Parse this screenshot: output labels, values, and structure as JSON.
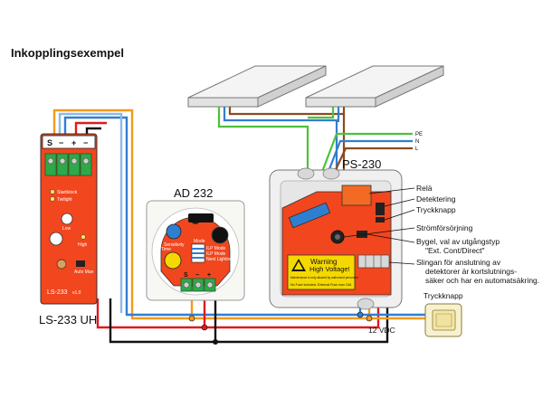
{
  "title": "Inkopplingsexempel",
  "devices": {
    "ls233": {
      "name": "LS-233 UH",
      "panel_label": "LS-233",
      "version": "v1.0",
      "terminals": [
        "S",
        "−",
        "+",
        "−"
      ],
      "led_labels": [
        "Startblock",
        "Twilight"
      ],
      "knob_labels": [
        "Low",
        "High",
        "Auto Man"
      ]
    },
    "ad232": {
      "name": "AD 232",
      "knob_labels": [
        "Sensitivity",
        "Time"
      ],
      "switch_labels": [
        "Mode",
        "ILP Mode",
        "ILP Mode",
        "Next Lightness"
      ],
      "terminals": [
        "S",
        "−",
        "+"
      ]
    },
    "ps230": {
      "name": "PS-230",
      "mains_labels": [
        "PE",
        "N",
        "L"
      ],
      "warning_title": "Warning",
      "warning_subtitle": "High Voltage!",
      "warning_small": "Maintenance is only allowed by authorized personnel",
      "warning_fuse": "No Fuse included. External Fuse max 10A",
      "voltage": "12 VDC",
      "callouts": [
        "Relä",
        "Detektering",
        "Tryckknapp",
        "Strömförsörjning",
        "Bygel, val av utgångstyp",
        "\"Ext. Cont/Direct\"",
        "Slingan för anslutning av",
        "detektorer är kortslutnings-",
        "säker och har en automatsäkring."
      ]
    },
    "button": {
      "name": "Tryckknapp"
    }
  },
  "wire_colors": {
    "orange": "#f29a1c",
    "blue": "#2f7fd0",
    "red": "#e0191f",
    "black": "#111111",
    "green": "#4cc23a",
    "brown": "#8b4a22",
    "gray": "#8a8a8a",
    "board": "#f1461e",
    "yellow": "#f5d800"
  }
}
